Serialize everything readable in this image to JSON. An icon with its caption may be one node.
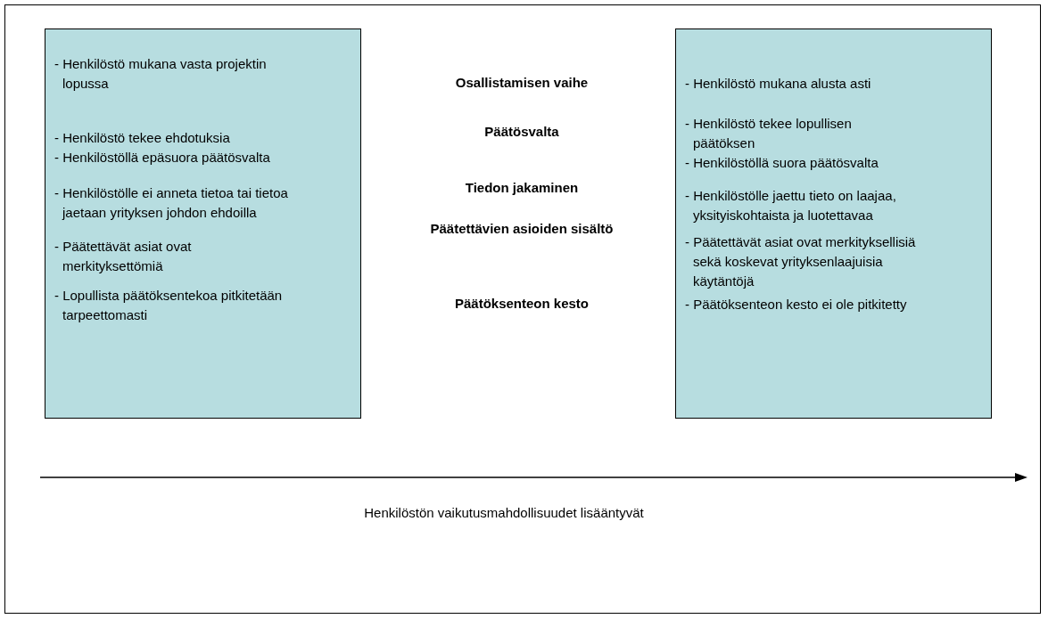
{
  "diagram": {
    "nodes": [
      {
        "text": [
          "- Henkilöstö mukana vasta projektin lopussa",
          "- Henkilöstö tekee ehdotuksia",
          "- Henkilöstöllä epäsuora päätösvalta",
          "- Henkilöstölle ei anneta tietoa tai tietoa jaetaan yrityksen johdon ehdoilla",
          "- Päätettävät asiat ovat merkityksettömiä",
          "- Lopullista päätöksentekoa pitkitetään tarpeettomasti"
        ]
      },
      {
        "text": [
          "- Henkilöstö mukana alusta asti",
          "- Henkilöstö tekee lopullisen päätöksen",
          "- Henkilöstöllä suora päätösvalta",
          "- Henkilöstölle jaettu tieto on laajaa, yksityiskohtaista ja luotettavaa",
          "- Päätettävät asiat ovat merkityksellisiä sekä koskevat yrityksenlaajuisia käytäntöjä",
          "- Päätöksenteon kesto ei ole pitkitetty"
        ]
      }
    ],
    "edges": [],
    "labels": [
      "Osallistamisen vaihe",
      "Päätösvalta",
      "Tiedon jakaminen",
      "Päätettävien asioiden sisältö",
      "Päätöksenteon kesto",
      "Henkilöstön vaikutusmahdollisuudet lisääntyvät"
    ]
  }
}
